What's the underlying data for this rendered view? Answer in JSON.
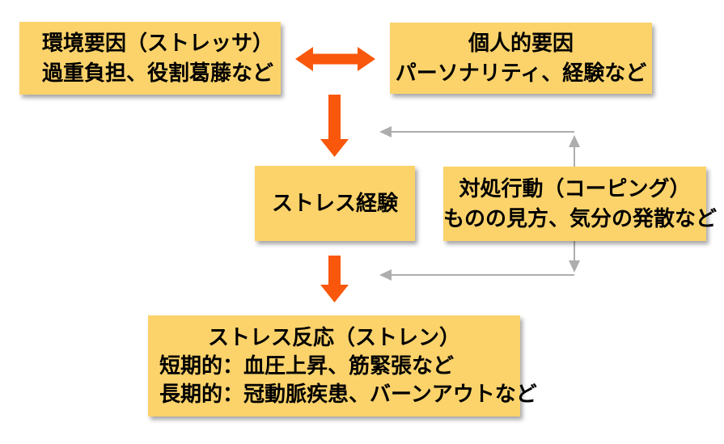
{
  "diagram": {
    "title": "stress-model-flow-diagram",
    "colors": {
      "background": "#FFFFFF",
      "box_fill": "#FCD36B",
      "orange_arrow": "#F9570B",
      "gray_arrow": "#ADADAD",
      "text_color": "#000000"
    },
    "boxes": {
      "environment": {
        "lines": [
          "環境要因（ストレッサ）",
          "過重負担、役割葛藤など"
        ]
      },
      "personal": {
        "lines": [
          "個人的要因",
          "パーソナリティ、経験など"
        ]
      },
      "stress_experience": {
        "lines": [
          "ストレス経験"
        ]
      },
      "coping": {
        "lines": [
          "対処行動（コーピング）",
          "ものの見方、気分の発散など"
        ]
      },
      "strain": {
        "lines": [
          "ストレス反応（ストレン）",
          "短期的：血圧上昇、筋緊張など",
          "長期的：冠動脈疾患、バーンアウトなど"
        ]
      }
    },
    "arrows": [
      {
        "id": "environment-personal-bidirectional",
        "type": "double-headed-horizontal",
        "color": "orange"
      },
      {
        "id": "environment-to-stress-experience",
        "type": "down",
        "color": "orange"
      },
      {
        "id": "stress-experience-to-strain",
        "type": "down",
        "color": "orange"
      },
      {
        "id": "coping-feedback-upper",
        "type": "elbow-up-left",
        "color": "gray"
      },
      {
        "id": "coping-feedback-lower",
        "type": "elbow-down-left",
        "color": "gray"
      }
    ]
  }
}
